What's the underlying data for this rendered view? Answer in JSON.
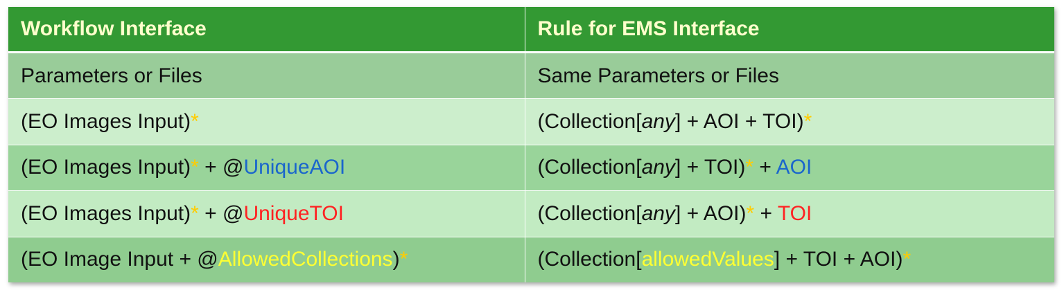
{
  "header": {
    "col1": "Workflow Interface",
    "col2": "Rule for EMS Interface"
  },
  "rows": [
    {
      "col1": [
        {
          "text": "Parameters or Files",
          "style": "plain"
        }
      ],
      "col2": [
        {
          "text": "Same Parameters or Files",
          "style": "plain"
        }
      ]
    },
    {
      "col1": [
        {
          "text": "(EO Images Input)",
          "style": "plain"
        },
        {
          "text": "*",
          "style": "star"
        }
      ],
      "col2": [
        {
          "text": "(Collection[",
          "style": "plain"
        },
        {
          "text": "any",
          "style": "it"
        },
        {
          "text": "] + AOI + TOI)",
          "style": "plain"
        },
        {
          "text": "*",
          "style": "star"
        }
      ]
    },
    {
      "col1": [
        {
          "text": "(EO Images Input)",
          "style": "plain"
        },
        {
          "text": "*",
          "style": "star"
        },
        {
          "text": " + @",
          "style": "plain"
        },
        {
          "text": "UniqueAOI",
          "style": "blue"
        }
      ],
      "col2": [
        {
          "text": "(Collection[",
          "style": "plain"
        },
        {
          "text": "any",
          "style": "it"
        },
        {
          "text": "] + TOI)",
          "style": "plain"
        },
        {
          "text": "*",
          "style": "star"
        },
        {
          "text": " + ",
          "style": "plain"
        },
        {
          "text": "AOI",
          "style": "blue"
        }
      ]
    },
    {
      "col1": [
        {
          "text": "(EO Images Input)",
          "style": "plain"
        },
        {
          "text": "*",
          "style": "star"
        },
        {
          "text": " + @",
          "style": "plain"
        },
        {
          "text": "UniqueTOI",
          "style": "red"
        }
      ],
      "col2": [
        {
          "text": "(Collection[",
          "style": "plain"
        },
        {
          "text": "any",
          "style": "it"
        },
        {
          "text": "] + AOI)",
          "style": "plain"
        },
        {
          "text": "*",
          "style": "star"
        },
        {
          "text": " + ",
          "style": "plain"
        },
        {
          "text": "TOI",
          "style": "red"
        }
      ]
    },
    {
      "col1": [
        {
          "text": "(EO Image Input + @",
          "style": "plain"
        },
        {
          "text": "AllowedCollections",
          "style": "yellow"
        },
        {
          "text": ")",
          "style": "plain"
        },
        {
          "text": "*",
          "style": "star"
        }
      ],
      "col2": [
        {
          "text": "(Collection[",
          "style": "plain"
        },
        {
          "text": "allowedValues",
          "style": "yellow"
        },
        {
          "text": "] + TOI + AOI)",
          "style": "plain"
        },
        {
          "text": "*",
          "style": "star"
        }
      ]
    }
  ],
  "colors": {
    "header_bg": "#339933",
    "header_text": "#ffffcc",
    "star": "#ffcc00",
    "blue": "#1a66cc",
    "red": "#ff2222",
    "yellow": "#ffff33"
  }
}
